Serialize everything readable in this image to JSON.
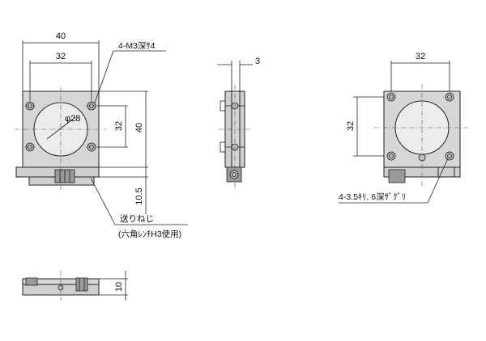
{
  "front_view": {
    "width_overall": "40",
    "hole_pitch_x": "32",
    "hole_pitch_y": "32",
    "height_overall": "40",
    "aperture": "φ28",
    "feed_height": "10.5",
    "tapped_holes": "4-M3深ｻ4",
    "feed_screw": "送りねじ",
    "feed_screw_note": "(六角ﾚﾝﾁH3使用)"
  },
  "side_view": {
    "thickness": "3"
  },
  "back_view": {
    "hole_pitch_x": "32",
    "hole_pitch_y": "32",
    "counterbore": "4-3.5ｷﾘ, 6深ｻﾞｸﾞﾘ"
  },
  "bottom_view": {
    "height": "10"
  }
}
